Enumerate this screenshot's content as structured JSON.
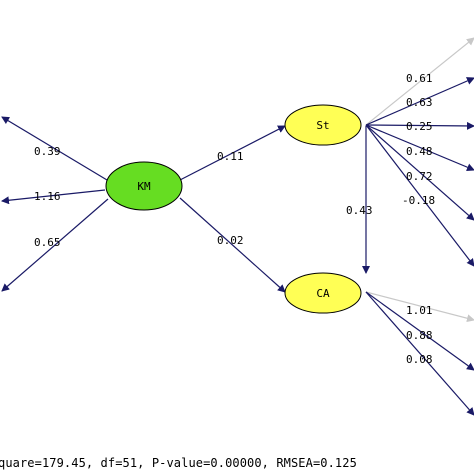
{
  "nodes": {
    "km": {
      "label": "KM",
      "fill": "#66dd22"
    },
    "st": {
      "label": "St",
      "fill": "#ffff55"
    },
    "ca": {
      "label": "CA",
      "fill": "#ffff55"
    }
  },
  "colors": {
    "path": "#1a1a66",
    "path_muted": "#c8c8c8",
    "ellipse_stroke": "#000000"
  },
  "coefficients": {
    "km_ind_1": "0.39",
    "km_ind_2": "1.16",
    "km_ind_3": "0.65",
    "km_st": "0.11",
    "km_ca": "0.02",
    "st_ca": "0.43",
    "st_ind_1": "0.61",
    "st_ind_2": "0.63",
    "st_ind_3": "0.25",
    "st_ind_4": "0.48",
    "st_ind_5": "0.72",
    "st_ind_6": "-0.18",
    "ca_ind_1": "1.01",
    "ca_ind_2": "0.88",
    "ca_ind_3": "0.08"
  },
  "fit_stats": "quare=179.45, df=51, P-value=0.00000, RMSEA=0.125"
}
